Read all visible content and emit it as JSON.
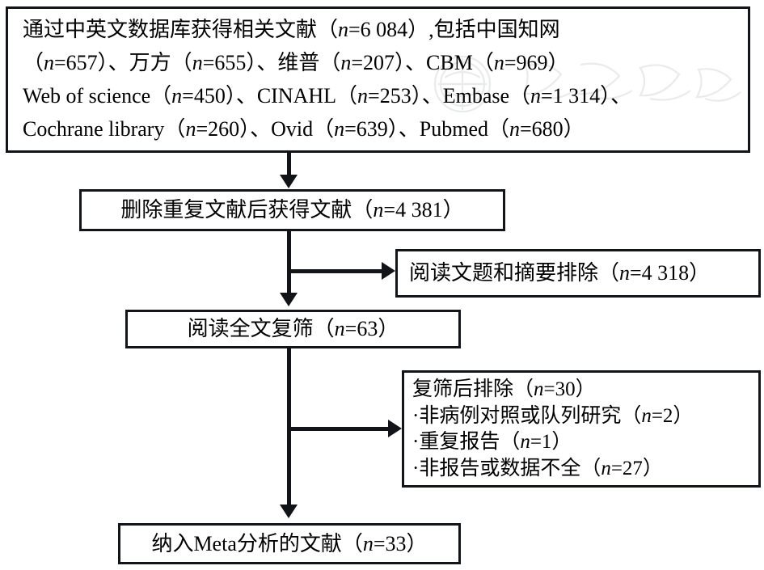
{
  "figure": {
    "type": "flowchart",
    "orientation": "top-to-bottom",
    "watermark_present": true
  },
  "boxes": {
    "search": {
      "name": "identification",
      "lines": [
        "通过中英文数据库获得相关文献（n=6 084）,包括中国知网",
        "（n=657）、万方（n=655）、维普（n=207）、CBM（n=969）",
        "Web of science（n=450）、CINAHL（n=253）、Embase（n=1 314）、",
        "Cochrane library（n=260）、Ovid（n=639）、Pubmed（n=680）"
      ],
      "total": "6 084",
      "sources": [
        {
          "label": "中国知网",
          "n": "657"
        },
        {
          "label": "万方",
          "n": "655"
        },
        {
          "label": "维普",
          "n": "207"
        },
        {
          "label": "CBM",
          "n": "969"
        },
        {
          "label": "Web of science",
          "n": "450"
        },
        {
          "label": "CINAHL",
          "n": "253"
        },
        {
          "label": "Embase",
          "n": "1 314"
        },
        {
          "label": "Cochrane library",
          "n": "260"
        },
        {
          "label": "Ovid",
          "n": "639"
        },
        {
          "label": "Pubmed",
          "n": "680"
        }
      ]
    },
    "dedup": {
      "name": "after-duplicates-removed",
      "lines": [
        "删除重复文献后获得文献（n=4 381）"
      ],
      "n": "4 381"
    },
    "excluded_title_abstract": {
      "name": "excluded-by-title-abstract",
      "lines": [
        "阅读文题和摘要排除（n=4 318）"
      ],
      "n": "4 318"
    },
    "fulltext": {
      "name": "full-text-rescreening",
      "lines": [
        "阅读全文复筛（n=63）"
      ],
      "n": "63"
    },
    "excluded_fulltext": {
      "name": "excluded-after-rescreening",
      "lines": [
        "复筛后排除（n=30）",
        "·非病例对照或队列研究（n=2）",
        "·重复报告（n=1）",
        "·非报告或数据不全（n=27）"
      ],
      "n": "30",
      "reasons": [
        {
          "label": "非病例对照或队列研究",
          "n": "2"
        },
        {
          "label": "重复报告",
          "n": "1"
        },
        {
          "label": "非报告或数据不全",
          "n": "27"
        }
      ]
    },
    "included": {
      "name": "included-in-meta-analysis",
      "lines": [
        "纳入Meta分析的文献（n=33）"
      ],
      "n": "33"
    }
  },
  "colors": {
    "stroke": "#111418",
    "background": "#ffffff",
    "text": "#000000"
  }
}
